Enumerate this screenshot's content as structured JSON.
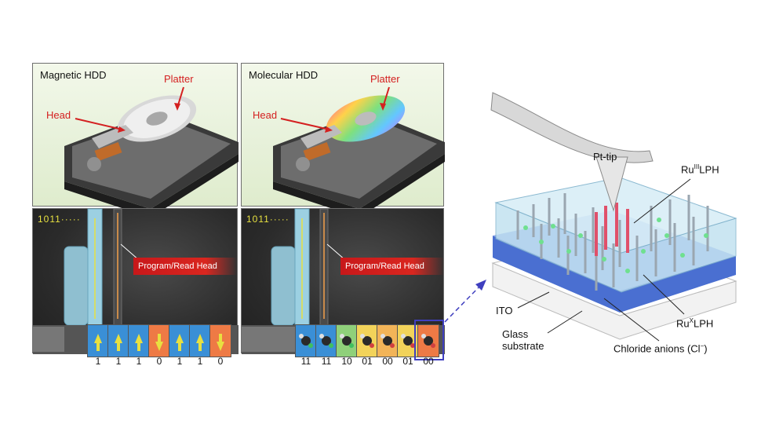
{
  "magnetic": {
    "title": "Magnetic HDD",
    "platter_label": "Platter",
    "head_label": "Head",
    "program_head_label": "Program/Read Head",
    "bit_stream": "1011·····",
    "readout": [
      "1",
      "1",
      "1",
      "0",
      "1",
      "1",
      "0"
    ],
    "cell_types": [
      "SN",
      "SN",
      "SN",
      "NS",
      "SN",
      "SN",
      "NS"
    ]
  },
  "molecular": {
    "title": "Molecular HDD",
    "platter_label": "Platter",
    "head_label": "Head",
    "program_head_label": "Program/Read Head",
    "bit_stream": "1011·····",
    "readout": [
      "11",
      "11",
      "10",
      "01",
      "00",
      "01",
      "00"
    ],
    "cell_colors": [
      "#3a8fd6",
      "#3a8fd6",
      "#8fd07a",
      "#f2d35a",
      "#f2b458",
      "#f2d35a",
      "#ee7a45"
    ]
  },
  "device": {
    "tip_label": "Pt-tip",
    "ru3_label_main": "Ru",
    "ru3_sup": "III",
    "ru3_suffix": "LPH",
    "rux_label_main": "Ru",
    "rux_sup": "X",
    "rux_suffix": "LPH",
    "ito_label": "ITO",
    "glass_label_line1": "Glass",
    "glass_label_line2": "substrate",
    "chloride_label": "Chloride anions (Cl",
    "chloride_sup": "−",
    "chloride_end": ")"
  },
  "colors": {
    "callout_red": "#d42020",
    "highlight_box": "#3f3fbf"
  }
}
